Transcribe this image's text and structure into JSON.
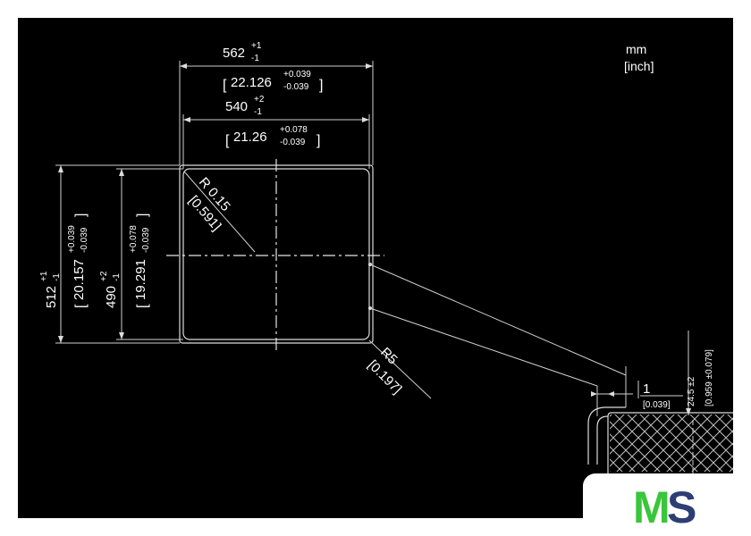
{
  "units": {
    "primary": "mm",
    "secondary": "[inch]"
  },
  "dim_width_outer": {
    "value": "562",
    "tol_upper": "+1",
    "tol_lower": "-1",
    "inch": "22.126",
    "inch_upper": "+0.039",
    "inch_lower": "-0.039"
  },
  "dim_width_inner": {
    "value": "540",
    "tol_upper": "+2",
    "tol_lower": "-1",
    "inch": "21.26",
    "inch_upper": "+0.078",
    "inch_lower": "-0.039"
  },
  "dim_height_outer": {
    "value": "512",
    "tol_upper": "+1",
    "tol_lower": "-1",
    "inch": "20.157",
    "inch_upper": "+0.039",
    "inch_lower": "-0.039"
  },
  "dim_height_inner": {
    "value": "490",
    "tol_upper": "+2",
    "tol_lower": "-1",
    "inch": "19.291",
    "inch_upper": "+0.078",
    "inch_lower": "-0.039"
  },
  "radius_top": {
    "mm": "R 0.15",
    "inch": "[0.591]"
  },
  "radius_bottom": {
    "mm": "R5",
    "inch": "[0.197]"
  },
  "detail_gap": {
    "mm": "1",
    "inch": "[0.039]"
  },
  "detail_thickness": {
    "mm": "24.5 ±2",
    "inch": "[0.959 ±0.079]"
  },
  "logo": {
    "text": "MS",
    "color_m": "#39c63a",
    "color_s": "#2c3e73"
  }
}
